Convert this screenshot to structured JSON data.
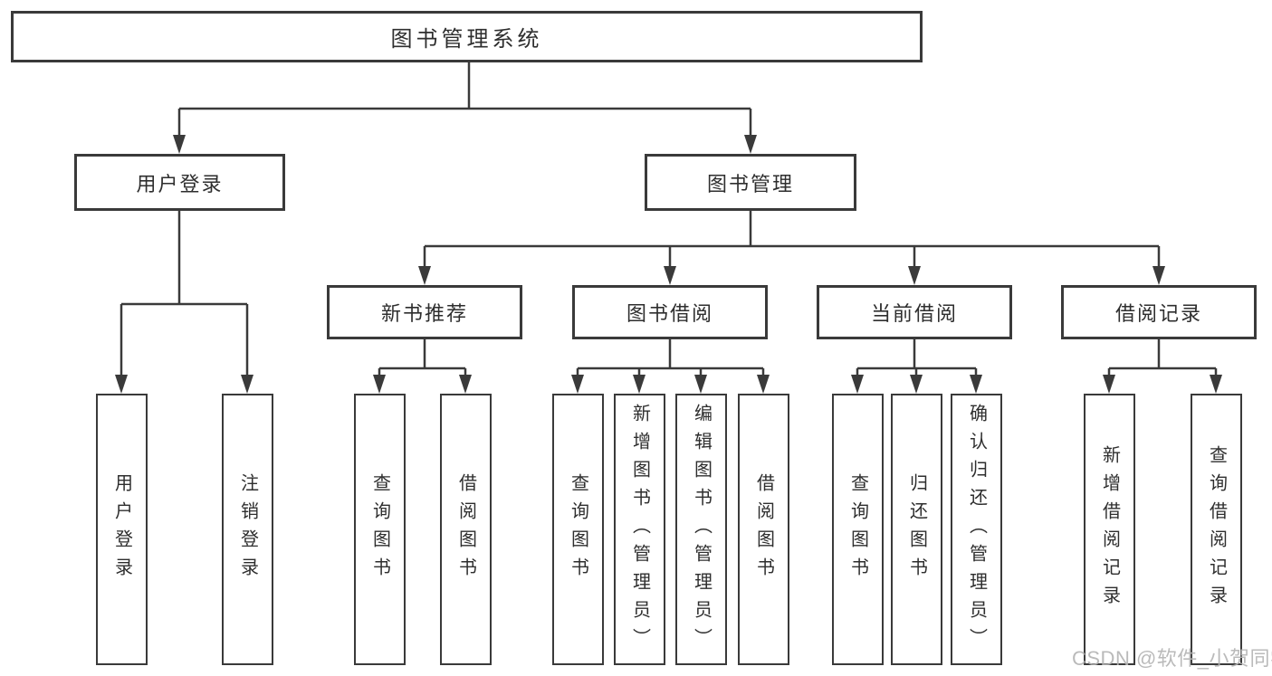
{
  "tree": {
    "root": {
      "label": "图书管理系统",
      "children": [
        {
          "label": "用户登录",
          "children": [
            {
              "label": "用户登录"
            },
            {
              "label": "注销登录"
            }
          ]
        },
        {
          "label": "图书管理",
          "children": [
            {
              "label": "新书推荐",
              "children": [
                {
                  "label": "查询图书"
                },
                {
                  "label": "借阅图书"
                }
              ]
            },
            {
              "label": "图书借阅",
              "children": [
                {
                  "label": "查询图书"
                },
                {
                  "label": "新增图书（管理员）"
                },
                {
                  "label": "编辑图书（管理员）"
                },
                {
                  "label": "借阅图书"
                }
              ]
            },
            {
              "label": "当前借阅",
              "children": [
                {
                  "label": "查询图书"
                },
                {
                  "label": "归还图书"
                },
                {
                  "label": "确认归还（管理员）"
                }
              ]
            },
            {
              "label": "借阅记录",
              "children": [
                {
                  "label": "新增借阅记录"
                },
                {
                  "label": "查询借阅记录"
                }
              ]
            }
          ]
        }
      ]
    }
  },
  "watermark": {
    "text": "CSDN @软件_小贺同学"
  },
  "colors": {
    "line": "#3a3a3a",
    "border": "#3a3a3a",
    "text": "#2e2e2e",
    "background": "#ffffff",
    "watermark": "#b3b3b3"
  }
}
